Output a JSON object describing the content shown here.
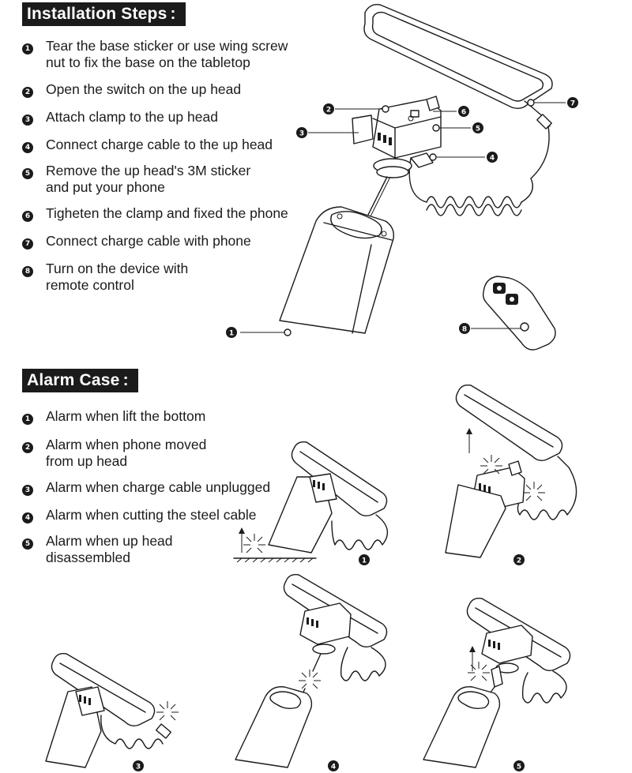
{
  "installation": {
    "title": "Installation Steps",
    "colon": ":",
    "steps": [
      {
        "num": "1",
        "text": "Tear the base sticker or use wing screw\nnut to fix the base on the tabletop"
      },
      {
        "num": "2",
        "text": "Open the switch on the up head"
      },
      {
        "num": "3",
        "text": "Attach clamp to the up head"
      },
      {
        "num": "4",
        "text": "Connect charge cable to the up head"
      },
      {
        "num": "5",
        "text": "Remove the up head's 3M sticker\nand put your phone"
      },
      {
        "num": "6",
        "text": "Tigheten the clamp and fixed the phone"
      },
      {
        "num": "7",
        "text": "Connect charge cable with phone"
      },
      {
        "num": "8",
        "text": "Turn on the device with\nremote control"
      }
    ],
    "callouts": [
      "1",
      "2",
      "3",
      "4",
      "5",
      "6",
      "7",
      "8"
    ]
  },
  "alarm": {
    "title": "Alarm Case",
    "colon": ":",
    "cases": [
      {
        "num": "1",
        "text": "Alarm when lift the bottom"
      },
      {
        "num": "2",
        "text": "Alarm when phone moved\nfrom up head"
      },
      {
        "num": "3",
        "text": "Alarm when charge cable unplugged"
      },
      {
        "num": "4",
        "text": "Alarm when cutting the steel cable"
      },
      {
        "num": "5",
        "text": "Alarm when up head\ndisassembled"
      }
    ],
    "figure_labels": [
      "1",
      "2",
      "3",
      "4",
      "5"
    ]
  },
  "colors": {
    "ink": "#1b1b1b",
    "background": "#ffffff"
  },
  "icons": [
    "steel-cable",
    "coiled-charge-cable",
    "remote-control",
    "alarm-burst"
  ]
}
